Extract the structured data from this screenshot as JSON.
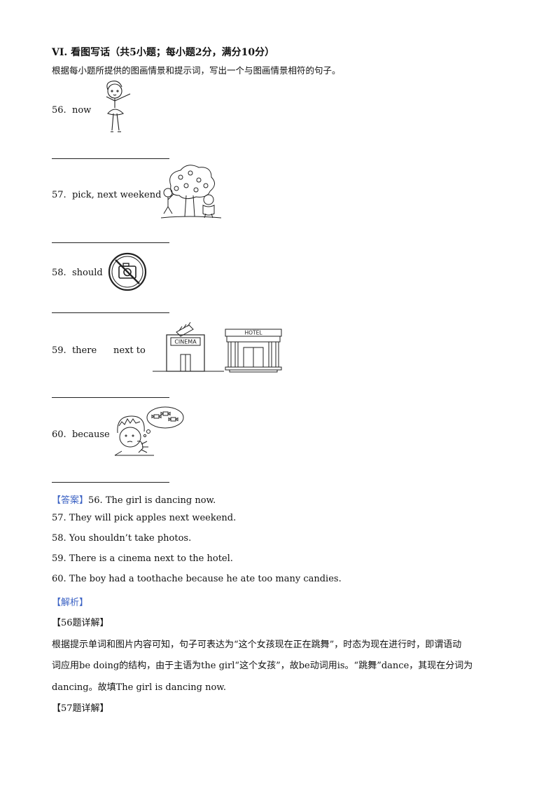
{
  "section": {
    "title": "VI. 看图写话（共5小题；每小题2分，满分10分）",
    "instruction": "根据每小题所提供的图画情景和提示词，写出一个与图画情景相符的句子。"
  },
  "questions": [
    {
      "number": "56.",
      "hint": "now",
      "image": "ballet-girl-dancing-image"
    },
    {
      "number": "57.",
      "hint": "pick, next weekend",
      "image": "children-picking-apples-image"
    },
    {
      "number": "58.",
      "hint": "should",
      "image": "no-photography-sign-image"
    },
    {
      "number": "59.",
      "hint_a": "there",
      "hint_b": "next to",
      "image": "cinema-and-hotel-image",
      "cinema_sign": "CINEMA",
      "hotel_sign": "HOTEL"
    },
    {
      "number": "60.",
      "hint": "because",
      "image": "boy-with-toothache-candies-image"
    }
  ],
  "answers": {
    "tag": "【答案】",
    "items": [
      "56.  The girl is dancing now.",
      "57.  They will pick apples next weekend.",
      "58.  You shouldn’t take photos.",
      "59.  There is a cinema next to the hotel.",
      "60.  The boy had a toothache because he ate too many candies."
    ]
  },
  "analysis": {
    "tag": "【解析】",
    "q56_heading": "【56题详解】",
    "q56_line1": "根据提示单词和图片内容可知，句子可表达为“这个女孩现在正在跳舞”，时态为现在进行时，即谓语动",
    "q56_line2": "词应用be doing的结构，由于主语为the girl“这个女孩”，故be动词用is。“跳舞”dance，其现在分词为",
    "q56_line3": "dancing。故填The girl is dancing now.",
    "q57_heading": "【57题详解】"
  },
  "colors": {
    "accent": "#3b62c4",
    "text": "#111111"
  }
}
